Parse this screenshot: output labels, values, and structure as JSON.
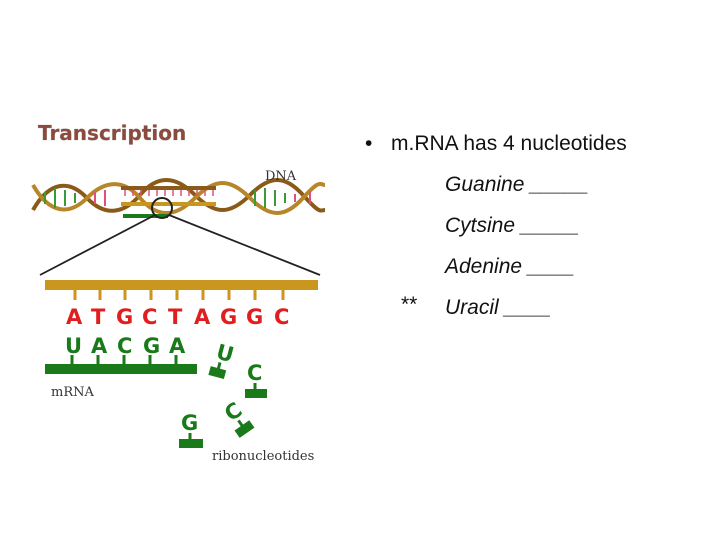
{
  "diagram": {
    "title": "Transcription",
    "dna_label": "DNA",
    "mrna_label": "mRNA",
    "ribo_label": "ribonucleotides",
    "dna_letters": [
      "A",
      "T",
      "G",
      "C",
      "T",
      "A",
      "G",
      "G",
      "C"
    ],
    "rna_letters": [
      "U",
      "A",
      "C",
      "G",
      "A"
    ],
    "free_nucleotides": [
      "U",
      "C",
      "C",
      "G"
    ],
    "colors": {
      "dna_strand": "#8a5a1a",
      "dna_bar": "#c9961e",
      "red_letters": "#e01e1e",
      "green": "#1a7a1a",
      "pink_rungs": "#e0507a"
    }
  },
  "content": {
    "bullet_symbol": "•",
    "bullet_text": "m.RNA has 4 nucleotides",
    "items": [
      {
        "marker": "",
        "text": "Guanine _____"
      },
      {
        "marker": "",
        "text": "Cytsine _____"
      },
      {
        "marker": "",
        "text": "Adenine  ____"
      },
      {
        "marker": "**",
        "text": "Uracil ____"
      }
    ]
  }
}
